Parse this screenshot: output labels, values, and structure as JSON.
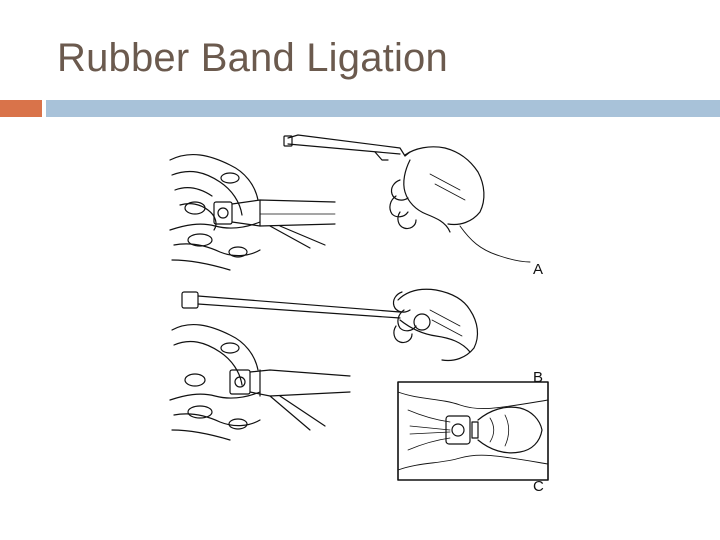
{
  "slide": {
    "title": "Rubber Band Ligation",
    "accent_color": "#d9734a",
    "rule_color": "#a8c2d9",
    "title_color": "#6b5a4e"
  },
  "figure": {
    "panel_labels": [
      "A",
      "B",
      "C"
    ]
  }
}
